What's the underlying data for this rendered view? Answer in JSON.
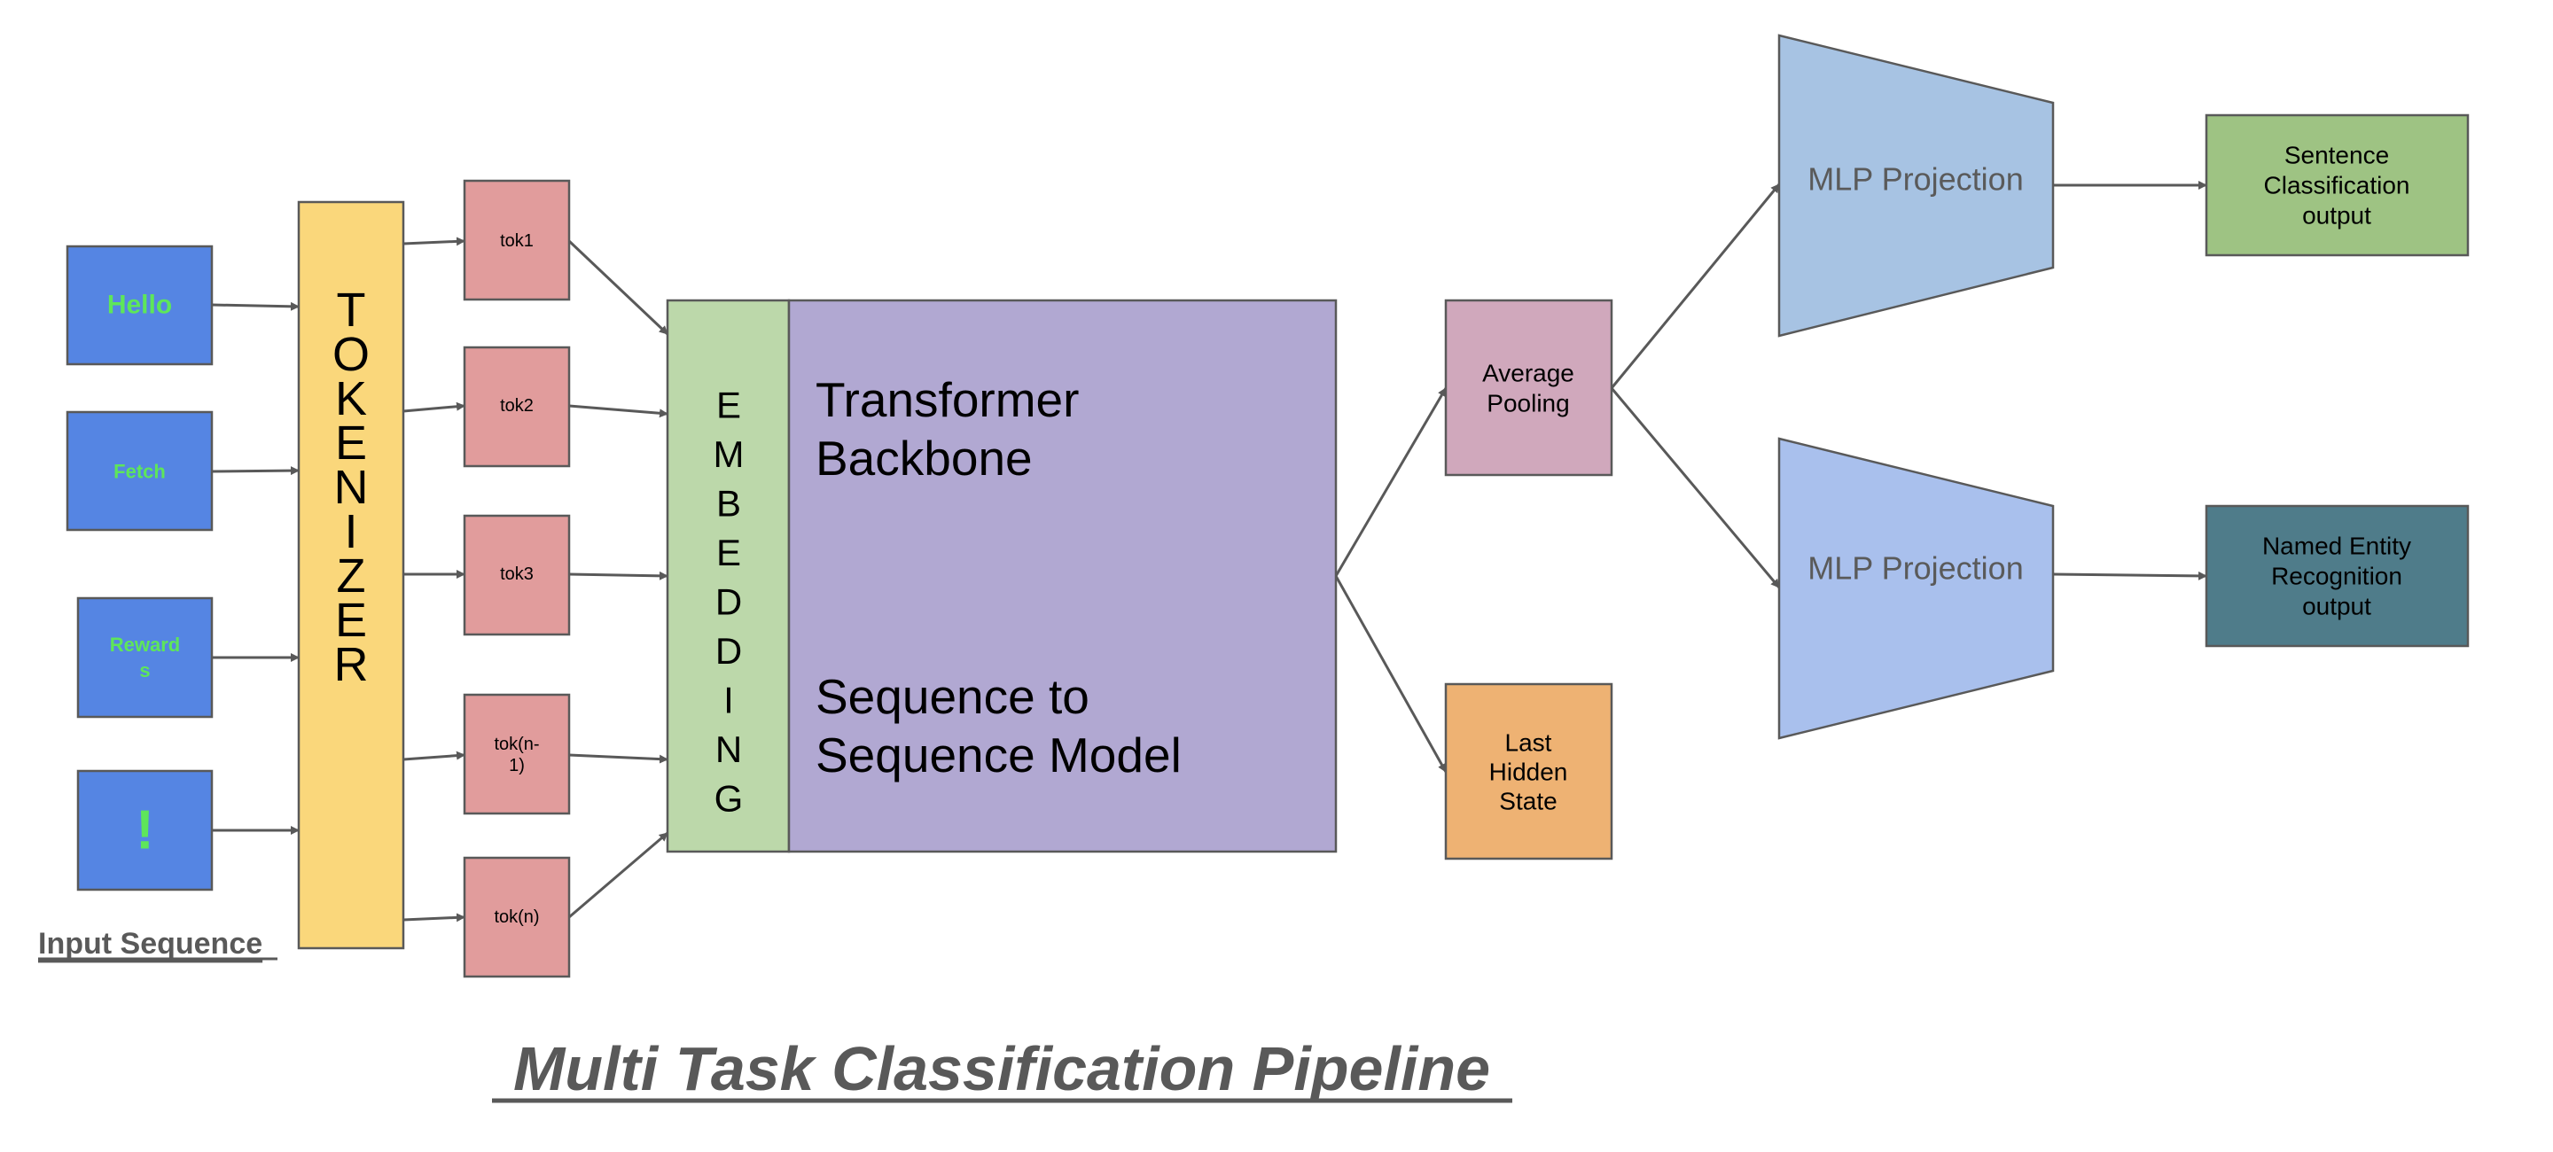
{
  "title": "Multi Task Classification Pipeline",
  "input_caption": "Input Sequence",
  "inputs": [
    {
      "lines": [
        "Hello"
      ]
    },
    {
      "lines": [
        "Fetch"
      ]
    },
    {
      "lines": [
        "Reward",
        "s"
      ]
    },
    {
      "lines": [
        "!"
      ]
    }
  ],
  "tokenizer_label": "TOKENIZER",
  "tokens": [
    {
      "lines": [
        "tok1"
      ]
    },
    {
      "lines": [
        "tok2"
      ]
    },
    {
      "lines": [
        "tok3"
      ]
    },
    {
      "lines": [
        "tok(n-",
        "1)"
      ]
    },
    {
      "lines": [
        "tok(n)"
      ]
    }
  ],
  "embedding_label": "EMBEDDING",
  "backbone": {
    "top_lines": [
      "Transformer",
      "Backbone"
    ],
    "bottom_lines": [
      "Sequence to",
      "Sequence Model"
    ]
  },
  "average_pooling": [
    "Average",
    "Pooling"
  ],
  "last_hidden_state": [
    "Last",
    "Hidden",
    "State"
  ],
  "mlp_top": "MLP Projection",
  "mlp_bottom": "MLP Projection",
  "output_sentence": [
    "Sentence",
    "Classification",
    "output"
  ],
  "output_ner": [
    "Named Entity",
    "Recognition",
    "output"
  ],
  "colors": {
    "input_box": "#5585e3",
    "input_text": "#5ee65a",
    "tokenizer": "#fad77b",
    "token": "#e19c9c",
    "embedding": "#bcd8aa",
    "backbone": "#b1a8d2",
    "average_pooling": "#d0a8bc",
    "last_hidden": "#eeb273",
    "mlp_top": "#a7c3e3",
    "mlp_bottom": "#a9c0ed",
    "output_sentence": "#9ec383",
    "output_ner": "#4f7c8a",
    "stroke": "#595959",
    "caption": "#595959"
  }
}
